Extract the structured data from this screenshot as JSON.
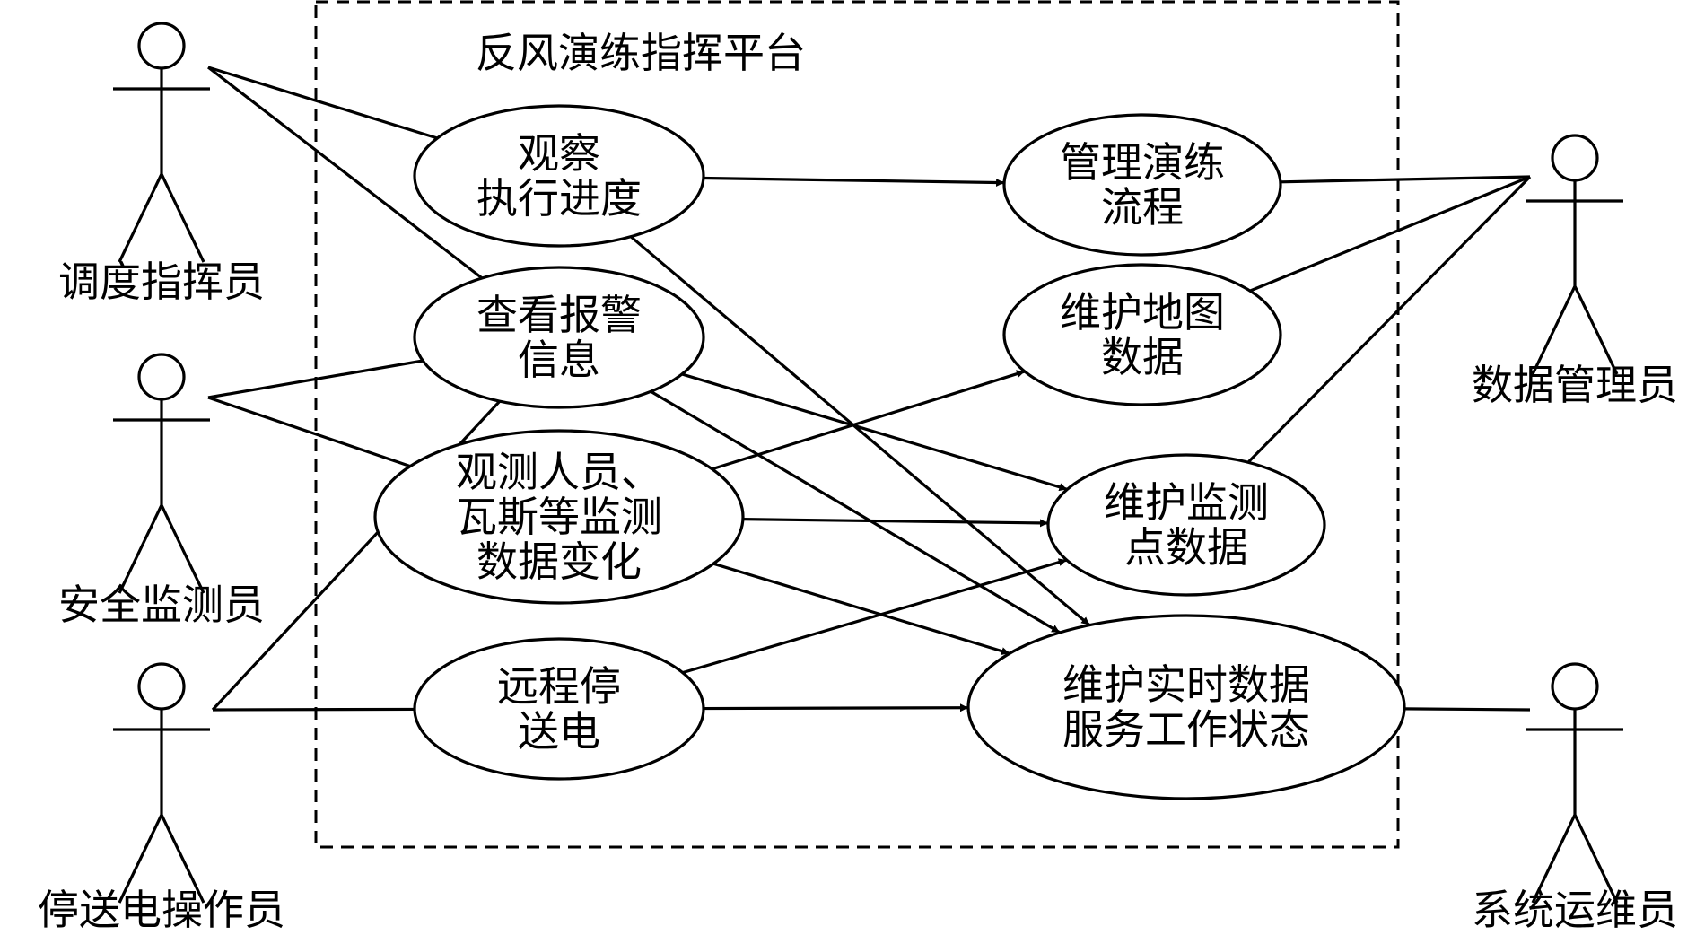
{
  "system": {
    "title": "反风演练指挥平台"
  },
  "actors": [
    {
      "id": "dispatcher",
      "name": "调度指挥员"
    },
    {
      "id": "safety",
      "name": "安全监测员"
    },
    {
      "id": "power",
      "name": "停送电操作员"
    },
    {
      "id": "datamgr",
      "name": "数据管理员"
    },
    {
      "id": "sysops",
      "name": "系统运维员"
    }
  ],
  "use_cases": [
    {
      "id": "observe",
      "lines": [
        "观察",
        "执行进度"
      ]
    },
    {
      "id": "alarm",
      "lines": [
        "查看报警",
        "信息"
      ]
    },
    {
      "id": "monitor",
      "lines": [
        "观测人员、",
        "瓦斯等监测",
        "数据变化"
      ]
    },
    {
      "id": "remote",
      "lines": [
        "远程停",
        "送电"
      ]
    },
    {
      "id": "flow",
      "lines": [
        "管理演练",
        "流程"
      ]
    },
    {
      "id": "map",
      "lines": [
        "维护地图",
        "数据"
      ]
    },
    {
      "id": "points",
      "lines": [
        "维护监测",
        "点数据"
      ]
    },
    {
      "id": "realtime",
      "lines": [
        "维护实时数据",
        "服务工作状态"
      ]
    }
  ],
  "associations": [
    {
      "actor": "dispatcher",
      "use_case": "observe"
    },
    {
      "actor": "dispatcher",
      "use_case": "alarm"
    },
    {
      "actor": "safety",
      "use_case": "alarm"
    },
    {
      "actor": "safety",
      "use_case": "monitor"
    },
    {
      "actor": "power",
      "use_case": "alarm"
    },
    {
      "actor": "power",
      "use_case": "remote"
    },
    {
      "actor": "datamgr",
      "use_case": "flow"
    },
    {
      "actor": "datamgr",
      "use_case": "map"
    },
    {
      "actor": "datamgr",
      "use_case": "points"
    },
    {
      "actor": "sysops",
      "use_case": "realtime"
    }
  ],
  "dependencies": [
    {
      "from": "observe",
      "to": "flow"
    },
    {
      "from": "observe",
      "to": "realtime"
    },
    {
      "from": "alarm",
      "to": "points"
    },
    {
      "from": "alarm",
      "to": "realtime"
    },
    {
      "from": "monitor",
      "to": "map"
    },
    {
      "from": "monitor",
      "to": "points"
    },
    {
      "from": "monitor",
      "to": "realtime"
    },
    {
      "from": "remote",
      "to": "points"
    },
    {
      "from": "remote",
      "to": "realtime"
    }
  ]
}
